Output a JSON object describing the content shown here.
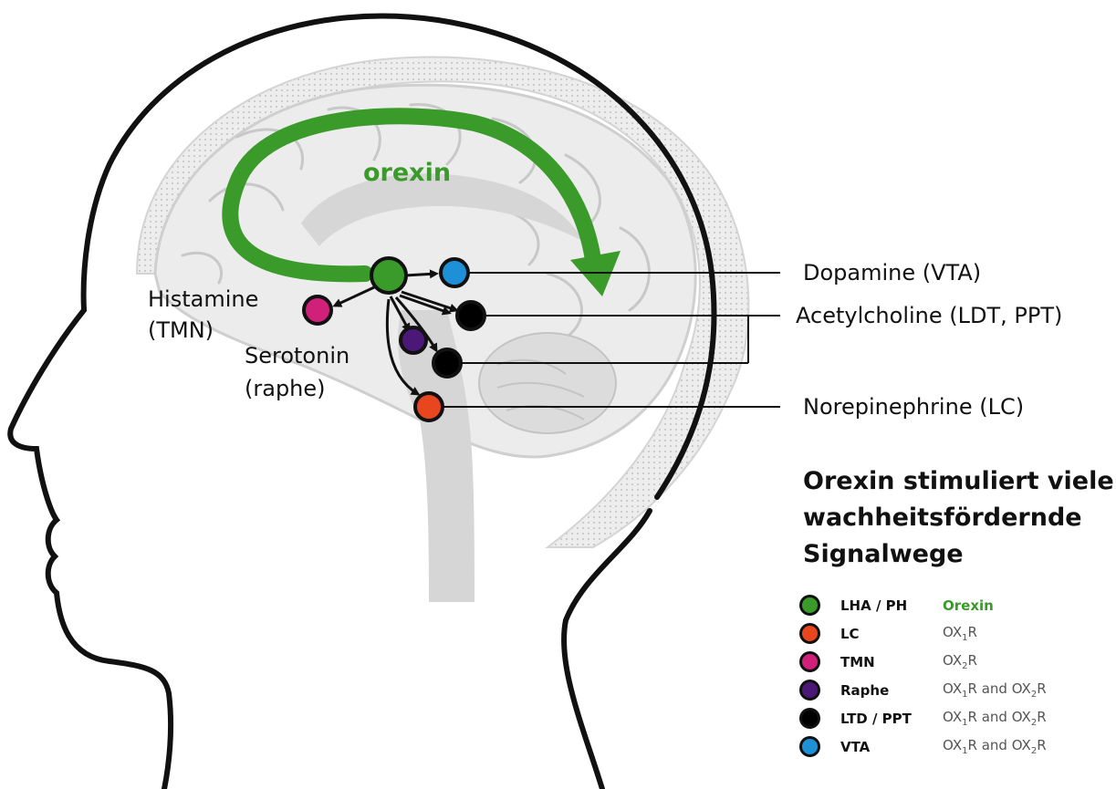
{
  "diagram": {
    "center_label": "orexin",
    "nodes": [
      {
        "id": "lha",
        "color": "#3a9a2a"
      },
      {
        "id": "vta",
        "color": "#1e90d8"
      },
      {
        "id": "ldt",
        "color": "#000000"
      },
      {
        "id": "ppt",
        "color": "#000000"
      },
      {
        "id": "raphe",
        "color": "#4b1878"
      },
      {
        "id": "tmn",
        "color": "#d0207a"
      },
      {
        "id": "lc",
        "color": "#e8461e"
      }
    ],
    "labels": {
      "histamine_line1": "Histamine",
      "histamine_line2": "(TMN)",
      "serotonin_line1": "Serotonin",
      "serotonin_line2": "(raphe)",
      "dopamine": "Dopamine (VTA)",
      "acetylcholine": "Acetylcholine (LDT, PPT)",
      "norepinephrine": "Norepinephrine (LC)"
    }
  },
  "title": {
    "line1": "Orexin stimuliert viele",
    "line2": "wachheitsfördernde",
    "line3": "Signalwege"
  },
  "legend": [
    {
      "region": "LHA / PH",
      "color": "#3a9a2a",
      "receptor": "Orexin"
    },
    {
      "region": "LC",
      "color": "#e8461e",
      "receptor": "OX1R"
    },
    {
      "region": "TMN",
      "color": "#d0207a",
      "receptor": "OX2R"
    },
    {
      "region": "Raphe",
      "color": "#4b1878",
      "receptor": "OX1R and OX2R"
    },
    {
      "region": "LTD / PPT",
      "color": "#000000",
      "receptor": "OX1R and OX2R"
    },
    {
      "region": "VTA",
      "color": "#1e90d8",
      "receptor": "OX1R and OX2R"
    }
  ]
}
